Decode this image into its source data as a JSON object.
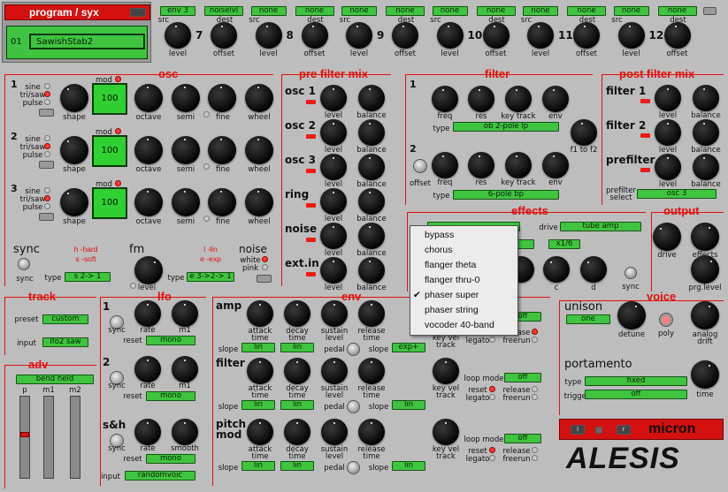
{
  "header": {
    "title_program": "program",
    "title_sep": "/",
    "title_syx": "syx",
    "program_number": "01",
    "program_name": "SawishStab2"
  },
  "mod": {
    "slots": [
      {
        "num": "7",
        "src": "env 3",
        "dest": "noiselvl"
      },
      {
        "num": "8",
        "src": "none",
        "dest": "none"
      },
      {
        "num": "9",
        "src": "none",
        "dest": "none"
      },
      {
        "num": "10",
        "src": "none",
        "dest": "none"
      },
      {
        "num": "11",
        "src": "none",
        "dest": "none"
      },
      {
        "num": "12",
        "src": "none",
        "dest": "none"
      }
    ],
    "src_label": "src",
    "dest_label": "dest",
    "level_label": "level",
    "offset_label": "offset"
  },
  "osc": {
    "title": "osc",
    "mod": "mod",
    "shape": "shape",
    "octave": "octave",
    "semi": "semi",
    "fine": "fine",
    "wheel": "wheel",
    "wave_labels": [
      "sine",
      "tri/saw",
      "pulse"
    ],
    "rows": [
      {
        "num": "1",
        "value": "100"
      },
      {
        "num": "2",
        "value": "100"
      },
      {
        "num": "3",
        "value": "100"
      }
    ]
  },
  "sync": {
    "title": "sync",
    "label": "sync",
    "hint1": "h -hard",
    "hint2": "s -soft",
    "type_label": "type",
    "type_value": "s 2-> 1"
  },
  "fm": {
    "title": "fm",
    "level": "level",
    "hint1": "l -lin",
    "hint2": "e -exp",
    "type_label": "type",
    "type_value": "e 3->2-> 1"
  },
  "noise": {
    "title": "noise",
    "white": "white",
    "pink": "pink"
  },
  "prefilter": {
    "title": "pre filter mix",
    "rows": [
      "osc 1",
      "osc 2",
      "osc 3",
      "ring",
      "noise",
      "ext.in"
    ],
    "level": "level",
    "balance": "balance"
  },
  "filter": {
    "title": "filter",
    "num1": "1",
    "num2": "2",
    "freq": "freq",
    "res": "res",
    "keytrack": "key track",
    "env": "env",
    "type_label": "type",
    "type1": "ob 2-pole lp",
    "type2": "6-pole bp",
    "f1tof2": "f1 to f2",
    "offset": "offset"
  },
  "postfilter": {
    "title": "post filter mix",
    "rows": [
      "filter 1",
      "filter 2",
      "prefilter"
    ],
    "level": "level",
    "balance": "balance",
    "select_label": "prefilter select",
    "select_value": "osc 3"
  },
  "effects": {
    "title": "effects",
    "drive_label": "drive",
    "drive_value": "tube amp",
    "ratio": "x1/6",
    "knobs": [
      "c",
      "d"
    ],
    "sync": "sync",
    "menu": [
      {
        "label": "bypass",
        "checked": false
      },
      {
        "label": "chorus",
        "checked": false
      },
      {
        "label": "flanger theta",
        "checked": false
      },
      {
        "label": "flanger thru-0",
        "checked": false
      },
      {
        "label": "phaser super",
        "checked": true
      },
      {
        "label": "phaser string",
        "checked": false
      },
      {
        "label": "vocoder 40-band",
        "checked": false
      }
    ]
  },
  "output": {
    "title": "output",
    "drive": "drive",
    "effects": "effects",
    "prg_level": "prg.level"
  },
  "track": {
    "title": "track",
    "preset_label": "preset",
    "preset_value": "custom",
    "input_label": "input",
    "input_value": "lfo2 saw"
  },
  "adv": {
    "title": "adv",
    "mode": "bend held",
    "sliders": [
      "p",
      "m1",
      "m2"
    ]
  },
  "lfo": {
    "title": "lfo",
    "n1": "1",
    "n2": "2",
    "sh": "s&h",
    "sync": "sync",
    "rate": "rate",
    "m1": "m1",
    "smooth": "smooth",
    "reset": "reset",
    "reset1": "mono",
    "reset2": "mono",
    "reset3": "mono",
    "input_label": "input",
    "input_value": "randomvoic"
  },
  "env": {
    "title": "env",
    "sections": [
      "amp",
      "filter",
      "pitch mod"
    ],
    "attack": "attack time",
    "decay": "decay time",
    "sustain": "sustain level",
    "release": "release time",
    "keyvel": "key vel track",
    "slope": "slope",
    "pedal": "pedal",
    "lin": "lin",
    "expplus": "exp+",
    "loopmode": "loop mode",
    "off": "off",
    "reset": "reset",
    "legato": "legato",
    "release_led": "release",
    "freerun": "freerun"
  },
  "voice": {
    "title": "voice",
    "unison": "unison",
    "unison_value": "one",
    "detune": "detune",
    "poly": "poly",
    "analog_drift": "analog drift",
    "portamento": "portamento",
    "type_label": "type",
    "type_value": "fixed",
    "trigger_label": "trigger",
    "trigger_value": "off",
    "time": "time"
  },
  "brand": {
    "model": "micron",
    "maker": "ALESIS",
    "btn_i": "I",
    "btn_r": "r"
  }
}
